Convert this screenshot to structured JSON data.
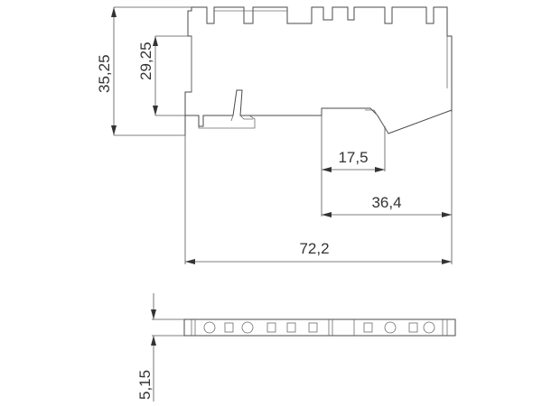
{
  "drawing": {
    "dimensions": {
      "height_total": "35,25",
      "height_body": "29,25",
      "width_17_5": "17,5",
      "width_36_4": "36,4",
      "width_total": "72,2",
      "thickness": "5,15"
    }
  }
}
